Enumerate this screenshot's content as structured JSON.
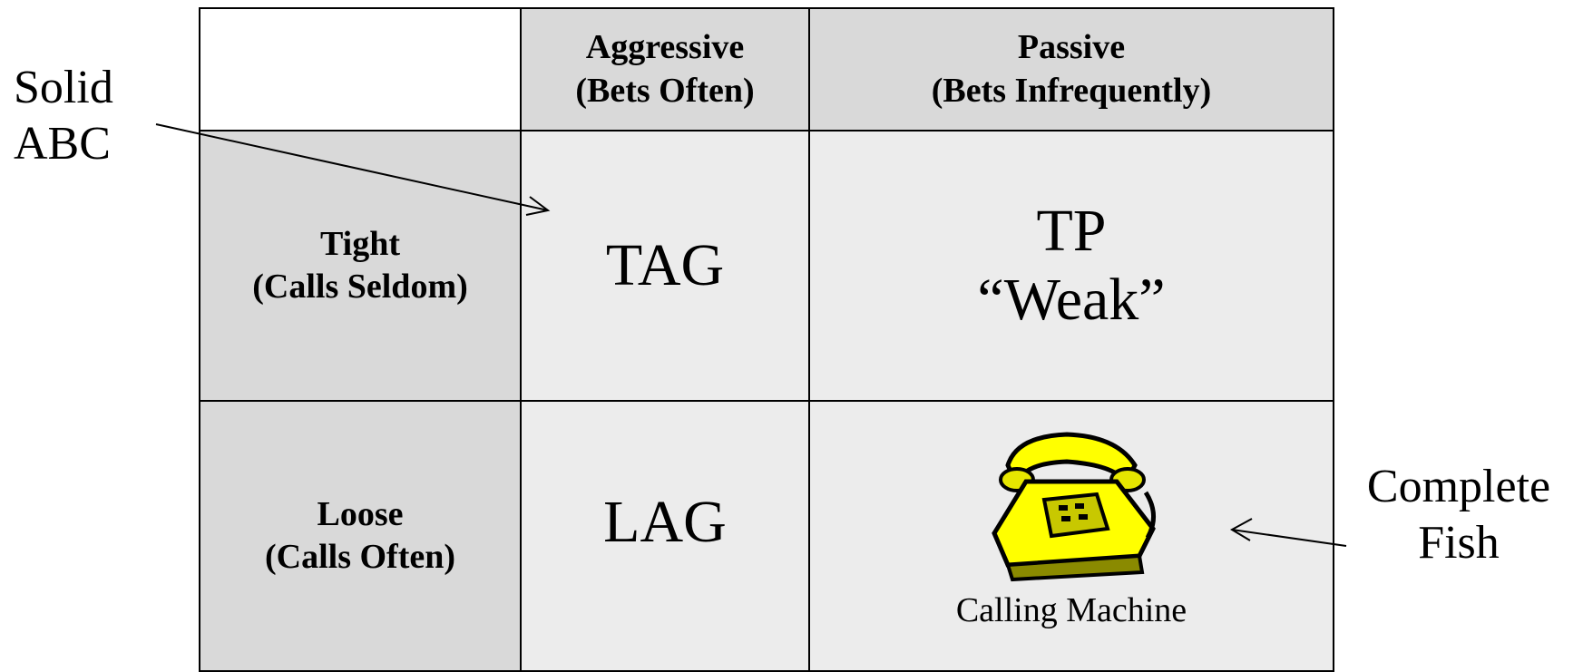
{
  "columns": {
    "aggressive": {
      "line1": "Aggressive",
      "line2": "(Bets Often)"
    },
    "passive": {
      "line1": "Passive",
      "line2": "(Bets Infrequently)"
    }
  },
  "rows": {
    "tight": {
      "line1": "Tight",
      "line2": "(Calls Seldom)"
    },
    "loose": {
      "line1": "Loose",
      "line2": "(Calls Often)"
    }
  },
  "cells": {
    "tight_aggressive": "TAG",
    "tight_passive": {
      "line1": "TP",
      "line2": "“Weak”"
    },
    "loose_aggressive": "LAG",
    "loose_passive": {
      "caption": "Calling Machine",
      "icon": "telephone-icon"
    }
  },
  "annotations": {
    "left": {
      "line1": "Solid",
      "line2": "ABC"
    },
    "right": {
      "line1": "Complete",
      "line2": "Fish"
    }
  },
  "colors": {
    "header_bg": "#d9d9d9",
    "cell_bg": "#ececec",
    "phone": "#ffff00"
  }
}
